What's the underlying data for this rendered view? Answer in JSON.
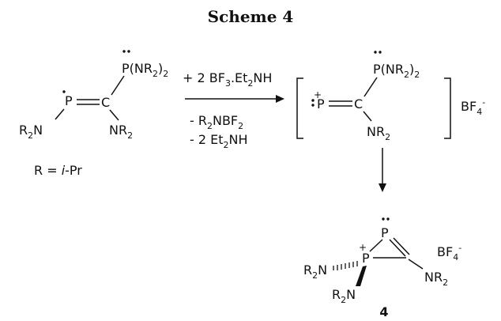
{
  "title": "Scheme 4",
  "reagent_line": "+ 2 BF3.Et2NH",
  "byproduct_1": "- R2NBF2",
  "byproduct_2": "- 2 Et2NH",
  "r_definition": "R = i-Pr",
  "counterion": "BF4-",
  "compound_label": "4",
  "group_pnr2": "P(NR2)2",
  "group_nr2": "NR2",
  "group_r2n": "R2N"
}
